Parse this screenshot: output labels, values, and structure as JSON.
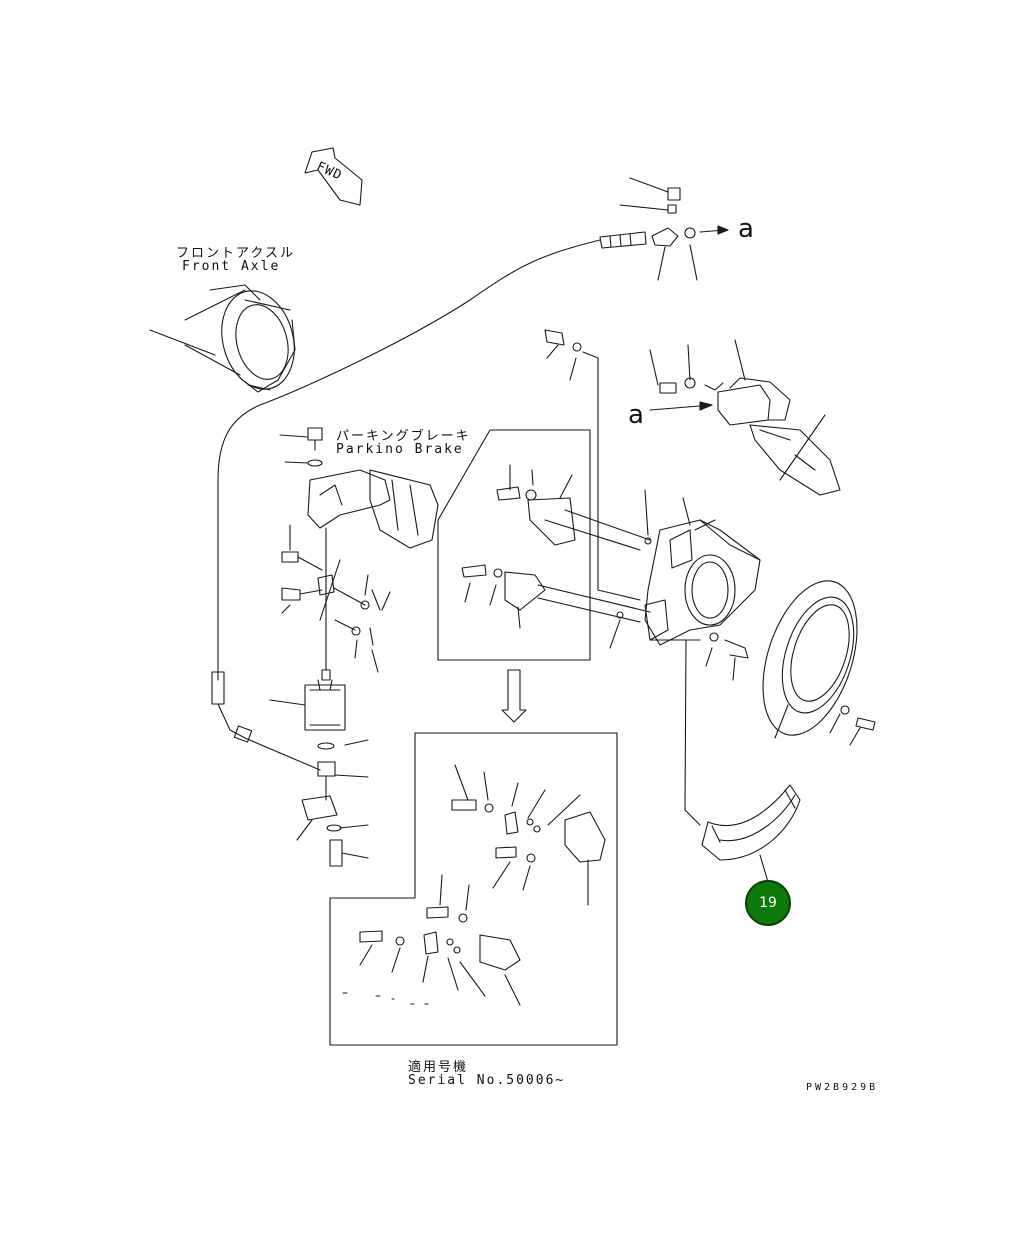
{
  "labels": {
    "front_axle_jp": "フロントアクスル",
    "front_axle_en": "Front Axle",
    "parking_brake_jp": "パーキングブレーキ",
    "parking_brake_en": "Parkino Brake",
    "fwd": "FWD",
    "arrow_a_top": "a",
    "arrow_a_mid": "a",
    "serial_jp": "適用号機",
    "serial_en": "Serial No.50006~",
    "drawing_code": "PW2B929B"
  },
  "callout": {
    "number": "19",
    "color": "#0b7a0b"
  }
}
